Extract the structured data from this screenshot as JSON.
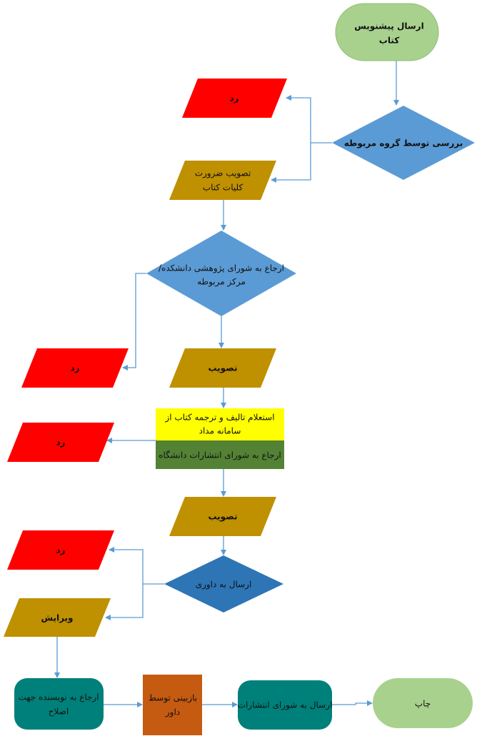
{
  "colors": {
    "terminal": "#a9d18e",
    "decision": "#5b9bd5",
    "decision_dark": "#2e75b6",
    "reject": "#ff0000",
    "approve": "#bf9000",
    "yellow": "#ffff00",
    "green": "#548235",
    "teal": "#00807a",
    "orange": "#c55a11",
    "connector": "#5b9bd5"
  },
  "nodes": {
    "submit": [
      "ارسال پیشنویس",
      "کتاب"
    ],
    "group_review": "بررسی توسط گروه مربوطه",
    "reject1": "رد",
    "necessity": [
      "تصویب ضرورت",
      "کلیات کتاب"
    ],
    "faculty_council": [
      "ارجاع به شورای پژوهشی دانشکده/",
      "مرکز مربوطه"
    ],
    "reject2": "رد",
    "approve1": "تصویب",
    "inquiry": [
      "استعلام تالیف و ترجمه کتاب از",
      "سامانه مداد"
    ],
    "publications_council": "ارجاع به شورای انتشارات دانشگاه",
    "reject3": "رد",
    "approve2": "تصویب",
    "reject4": "رد",
    "send_review": "ارسال به داوری",
    "edit": "ویرایش",
    "return_author": [
      "ارجاع به نویسنده جهت",
      "اصلاح"
    ],
    "re_review": [
      "بازبینی توسط",
      "داور"
    ],
    "send_council": "ارسال به شورای انتشارات",
    "print": "چاپ"
  }
}
